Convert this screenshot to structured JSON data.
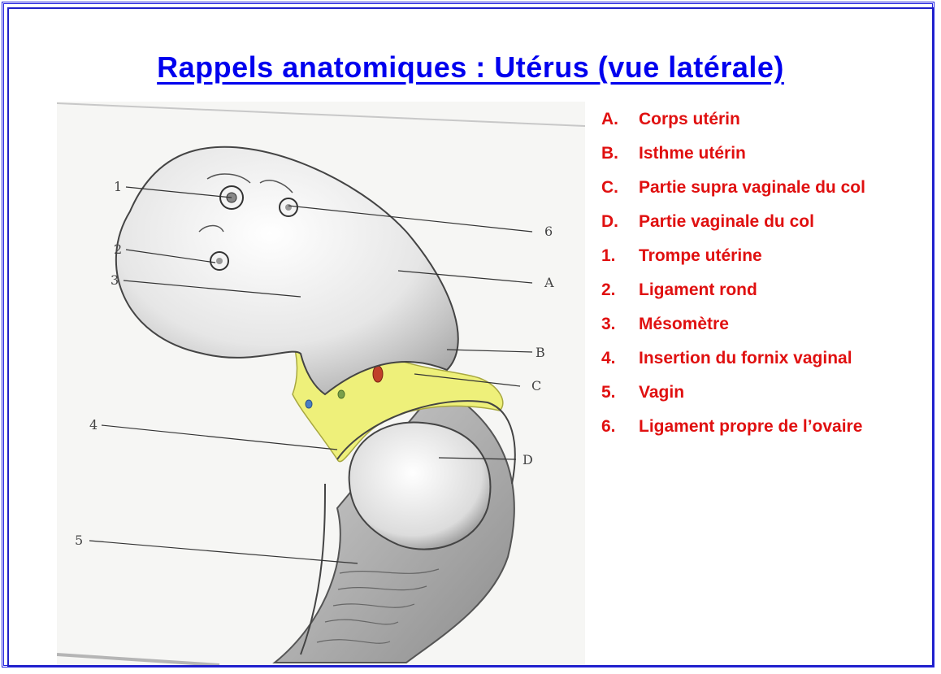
{
  "title": "Rappels anatomiques : Utérus (vue latérale)",
  "colors": {
    "title": "#0000ee",
    "legend": "#e01010",
    "frame": "#2020c8",
    "mesometrium": "#eef07a"
  },
  "figure": {
    "callouts": [
      "1",
      "2",
      "3",
      "4",
      "5",
      "6",
      "A",
      "B",
      "C",
      "D"
    ]
  },
  "legend": [
    {
      "key": "A.",
      "text": "Corps utérin"
    },
    {
      "key": "B.",
      "text": "Isthme utérin"
    },
    {
      "key": "C.",
      "text": "Partie supra vaginale du col"
    },
    {
      "key": "D.",
      "text": "Partie vaginale du col"
    },
    {
      "key": "1.",
      "text": "Trompe utérine"
    },
    {
      "key": "2.",
      "text": "Ligament rond"
    },
    {
      "key": "3.",
      "text": "Mésomètre"
    },
    {
      "key": "4.",
      "text": "Insertion du fornix vaginal"
    },
    {
      "key": "5.",
      "text": "Vagin"
    },
    {
      "key": "6.",
      "text": "Ligament propre de l’ovaire"
    }
  ]
}
